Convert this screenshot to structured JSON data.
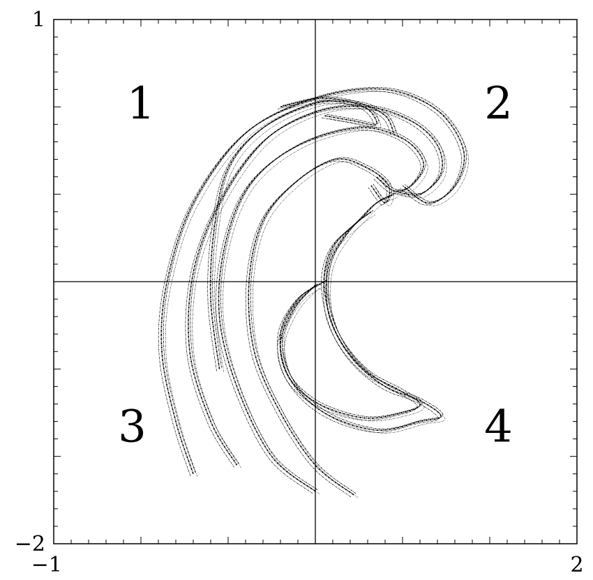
{
  "chart_data": {
    "type": "scatter",
    "title": "",
    "xlabel": "",
    "ylabel": "",
    "xlim": [
      -1,
      2
    ],
    "ylim": [
      -2,
      1
    ],
    "grid": false,
    "x_tick_labels": [
      {
        "value": -1,
        "text": "−1"
      },
      {
        "value": 2,
        "text": "2"
      }
    ],
    "y_tick_labels": [
      {
        "value": 1,
        "text": "1"
      },
      {
        "value": -2,
        "text": "−2"
      }
    ],
    "reference_lines": {
      "x": 0.5,
      "y": -0.5
    },
    "region_labels": [
      {
        "text": "1",
        "x": -0.5,
        "y": 0.5
      },
      {
        "text": "2",
        "x": 1.55,
        "y": 0.5
      },
      {
        "text": "3",
        "x": -0.55,
        "y": -1.35
      },
      {
        "text": "4",
        "x": 1.55,
        "y": -1.35
      }
    ],
    "strands": [
      {
        "name": "",
        "x": [
          -0.2,
          -0.3,
          -0.38,
          -0.35,
          -0.2,
          0.1,
          0.5,
          0.9,
          1.2,
          1.35,
          1.3,
          1.15,
          1.0
        ],
        "y": [
          -1.6,
          -1.3,
          -0.9,
          -0.5,
          -0.05,
          0.35,
          0.55,
          0.6,
          0.48,
          0.25,
          0.05,
          -0.05,
          0.05
        ]
      },
      {
        "name": "",
        "x": [
          0.05,
          -0.1,
          -0.22,
          -0.2,
          -0.05,
          0.2,
          0.5,
          0.8,
          1.05,
          1.2,
          1.22,
          1.1,
          0.95
        ],
        "y": [
          -1.55,
          -1.3,
          -0.9,
          -0.45,
          -0.05,
          0.3,
          0.47,
          0.5,
          0.42,
          0.28,
          0.12,
          0.0,
          0.02
        ]
      },
      {
        "name": "",
        "x": [
          0.5,
          0.25,
          0.05,
          -0.05,
          -0.02,
          0.12,
          0.4,
          0.75,
          1.0,
          1.12,
          1.05,
          0.95,
          0.85
        ],
        "y": [
          -1.7,
          -1.5,
          -1.1,
          -0.7,
          -0.3,
          0.05,
          0.28,
          0.38,
          0.32,
          0.18,
          0.05,
          0.02,
          0.1
        ]
      },
      {
        "name": "",
        "x": [
          0.72,
          0.5,
          0.3,
          0.15,
          0.12,
          0.2,
          0.4,
          0.62,
          0.8,
          0.92,
          0.9,
          0.82
        ],
        "y": [
          -1.72,
          -1.55,
          -1.25,
          -0.9,
          -0.5,
          -0.15,
          0.08,
          0.2,
          0.15,
          0.05,
          -0.05,
          0.05
        ]
      },
      {
        "name": "",
        "x": [
          0.55,
          0.4,
          0.3,
          0.35,
          0.55,
          0.85,
          1.1,
          1.22,
          1.1,
          0.9,
          0.72,
          0.6,
          0.55,
          0.6,
          0.75,
          0.85,
          0.95
        ],
        "y": [
          -0.5,
          -0.6,
          -0.8,
          -1.05,
          -1.25,
          -1.35,
          -1.3,
          -1.27,
          -1.18,
          -1.1,
          -0.95,
          -0.75,
          -0.5,
          -0.3,
          -0.15,
          -0.05,
          0.0
        ]
      },
      {
        "name": "",
        "x": [
          0.5,
          0.38,
          0.3,
          0.35,
          0.52,
          0.78,
          1.0,
          1.1,
          0.98,
          0.8,
          0.65,
          0.57,
          0.58,
          0.7,
          0.82
        ],
        "y": [
          -0.52,
          -0.65,
          -0.85,
          -1.05,
          -1.2,
          -1.28,
          -1.25,
          -1.2,
          -1.12,
          -1.02,
          -0.85,
          -0.65,
          -0.4,
          -0.2,
          -0.1
        ]
      },
      {
        "name": "",
        "x": [
          -0.05,
          -0.1,
          -0.08,
          0.0,
          0.2,
          0.5,
          0.75,
          0.9,
          0.95
        ],
        "y": [
          -1.0,
          -0.6,
          -0.2,
          0.15,
          0.38,
          0.52,
          0.52,
          0.45,
          0.35
        ]
      },
      {
        "name": "",
        "x": [
          0.3,
          0.55,
          0.78,
          0.85,
          0.72,
          0.55
        ],
        "y": [
          0.5,
          0.55,
          0.5,
          0.4,
          0.42,
          0.45
        ]
      }
    ]
  }
}
